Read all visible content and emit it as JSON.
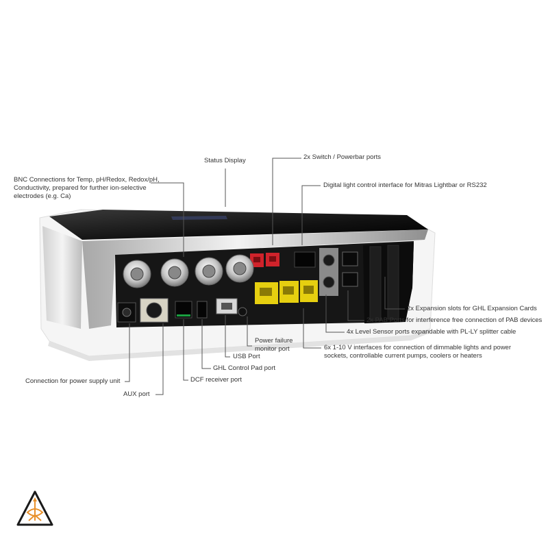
{
  "labels": {
    "status_display": "Status Display",
    "switch_ports": "2x Switch / Powerbar ports",
    "bnc_line1": "BNC Connections for Temp, pH/Redox, Redox/pH,",
    "bnc_line2": "Conductivity, prepared for further ion-selective",
    "bnc_line3": "electrodes (e.g. Ca)",
    "digital_light": "Digital light control interface for Mitras Lightbar or RS232",
    "expansion_slots": "2x Expansion slots for GHL Expansion Cards",
    "pab_ports": "2x PAB Ports for interference free connection of PAB devices",
    "level_sensor": "4x Level Sensor ports expandable with PL-LY splitter cable",
    "interfaces_line1": "6x 1-10 V interfaces for connection of dimmable lights and power",
    "interfaces_line2": "sockets, controllable current pumps, coolers or heaters",
    "power_failure_line1": "Power failure",
    "power_failure_line2": "monitor port",
    "usb_port": "USB Port",
    "control_pad": "GHL Control Pad port",
    "dcf_receiver": "DCF receiver port",
    "power_supply": "Connection for power supply unit",
    "aux_port": "AUX port"
  },
  "colors": {
    "line": "#555555",
    "text": "#333333",
    "red_port": "#d0232b",
    "yellow_port": "#e6cf10",
    "logo_orange": "#e8902a"
  },
  "icons": {
    "logo": "triangle-eye-logo-icon"
  }
}
